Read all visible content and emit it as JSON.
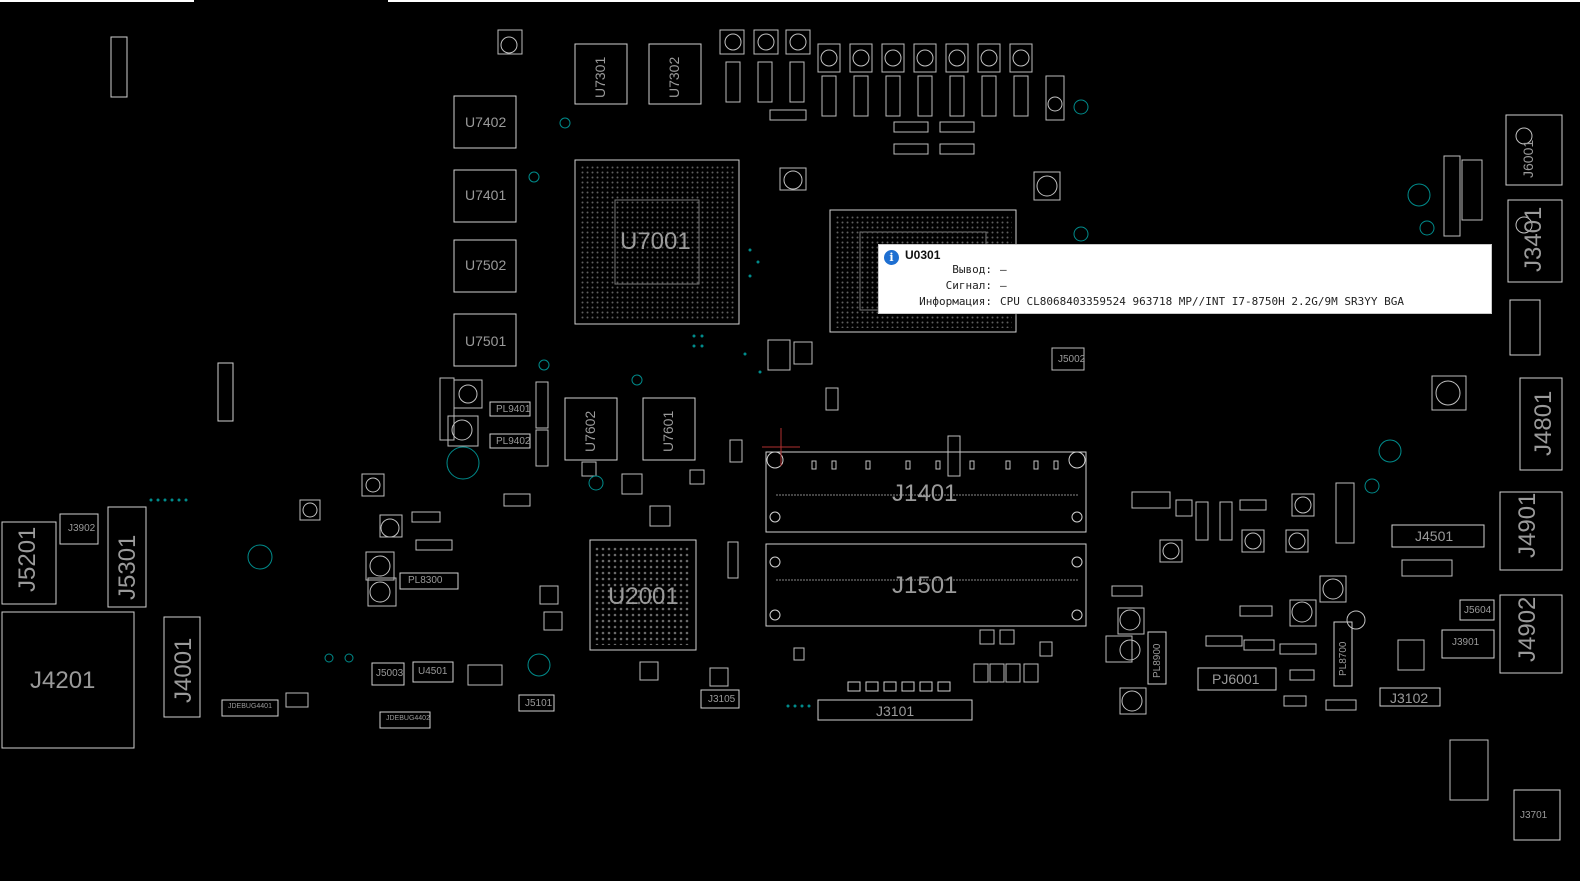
{
  "board": {
    "background": "#000000",
    "outline_color": "#d0d0d0",
    "label_color": "#9a9a9a",
    "via_color": "#008b8b",
    "components": {
      "U7001": "U7001",
      "U2001": "U2001",
      "U7402": "U7402",
      "U7401": "U7401",
      "U7502": "U7502",
      "U7501": "U7501",
      "U7301": "U7301",
      "U7302": "U7302",
      "U7602": "U7602",
      "U7601": "U7601",
      "J1401": "J1401",
      "J1501": "J1501",
      "J3101": "J3101",
      "J3105": "J3105",
      "J4201": "J4201",
      "J4001": "J4001",
      "J5201": "J5201",
      "J5301": "J5301",
      "J3902": "J3902",
      "J6001": "J6001",
      "J3401": "J3401",
      "J4801": "J4801",
      "J4901": "J4901",
      "J4902": "J4902",
      "J4501": "J4501",
      "J3901": "J3901",
      "J3102": "J3102",
      "J3701": "J3701",
      "J5604": "J5604",
      "PJ6001": "PJ6001",
      "PL8300": "PL8300",
      "PL8900": "PL8900",
      "PL8700": "PL8700",
      "PL9401": "PL9401",
      "PL9402": "PL9402",
      "U4501": "U4501",
      "J5003": "J5003",
      "J5101": "J5101",
      "J5002": "J5002",
      "JDEBUG4401": "JDEBUG4401",
      "JDEBUG4402": "JDEBUG4402"
    }
  },
  "tooltip": {
    "icon": "info-icon",
    "icon_color": "#1e6fd1",
    "title": "U0301",
    "pin_label": "Вывод:",
    "pin_value": "—",
    "signal_label": "Сигнал:",
    "signal_value": "—",
    "info_label": "Информация:",
    "info_value": "CPU CL8068403359524 963718 MP//INT I7-8750H 2.2G/9M SR3YY BGA"
  }
}
